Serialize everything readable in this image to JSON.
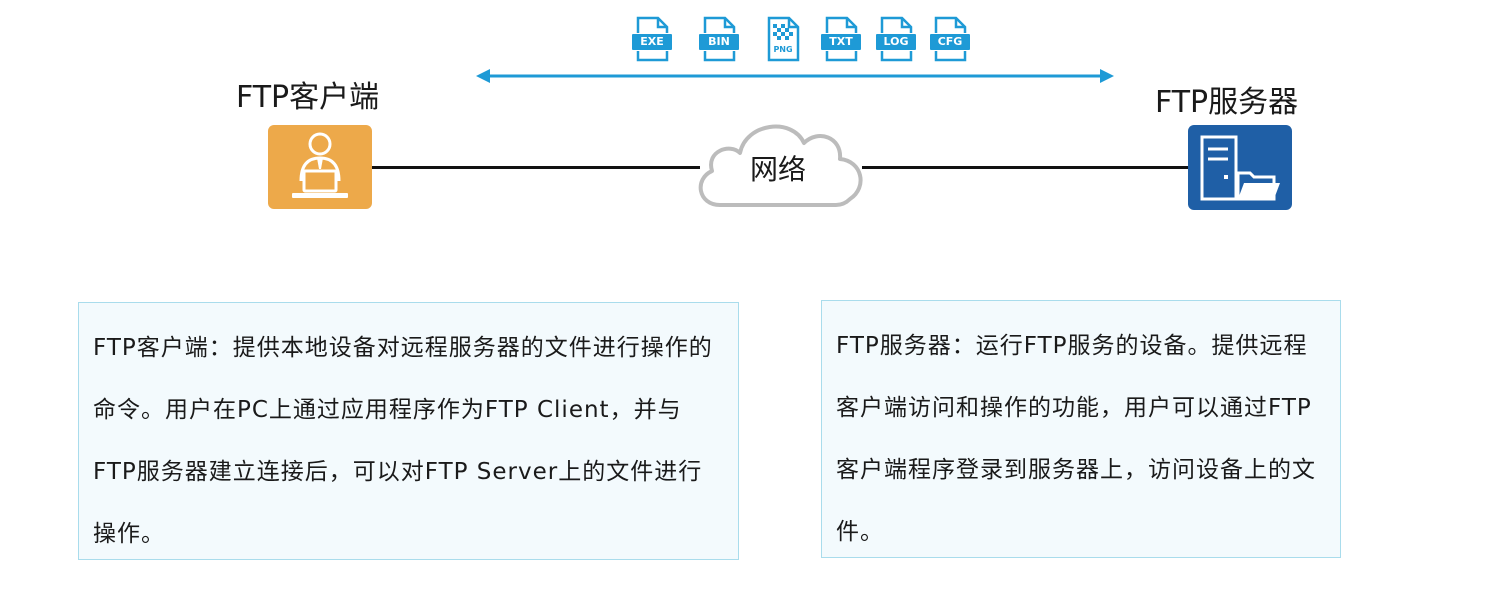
{
  "file_types": [
    "EXE",
    "BIN",
    "PNG",
    "TXT",
    "LOG",
    "CFG"
  ],
  "client": {
    "label": "FTP客户端"
  },
  "server": {
    "label": "FTP服务器"
  },
  "network": {
    "label": "网络"
  },
  "client_desc": "FTP客户端：提供本地设备对远程服务器的文件进行操作的命令。用户在PC上通过应用程序作为FTP Client，并与FTP服务器建立连接后，可以对FTP Server上的文件进行操作。",
  "server_desc": "FTP服务器：运行FTP服务的设备。提供远程客户端访问和操作的功能，用户可以通过FTP客户端程序登录到服务器上，访问设备上的文件。",
  "colors": {
    "accent_blue": "#1e9ad6",
    "client_orange": "#eda94a",
    "server_blue": "#1f5fa6",
    "box_border": "#a9dcec"
  }
}
